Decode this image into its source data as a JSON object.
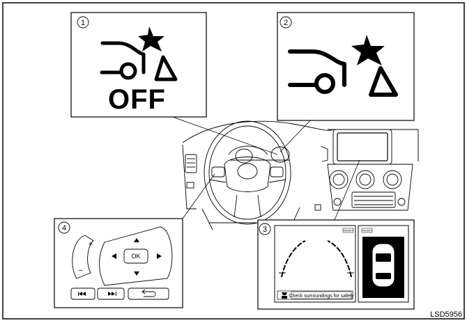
{
  "callouts": [
    {
      "number": "1",
      "text": "OFF"
    },
    {
      "number": "2"
    },
    {
      "number": "3",
      "message": "Check surroundings for safety",
      "camera_tag_left": "FRONT",
      "camera_tag_right": "FRONT"
    },
    {
      "number": "4",
      "plus": "+",
      "minus": "−",
      "ok": "OK"
    }
  ],
  "figure_code": "LSD5956",
  "icons": [
    "collision-warning-off-icon",
    "collision-warning-icon",
    "steering-switch-icon",
    "camera-view-icon"
  ]
}
